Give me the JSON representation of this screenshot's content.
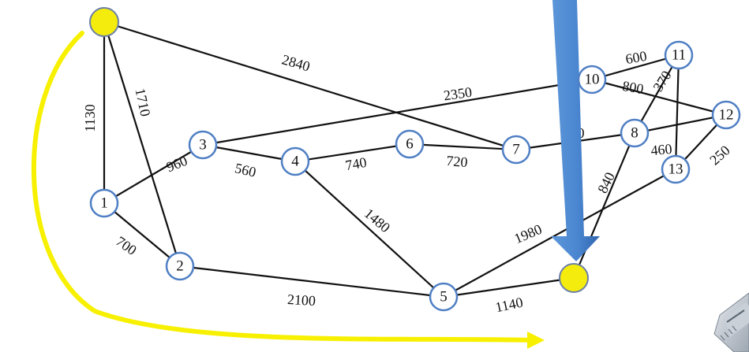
{
  "nodes": [
    {
      "id": "1",
      "label": "1"
    },
    {
      "id": "2",
      "label": "2"
    },
    {
      "id": "3",
      "label": "3"
    },
    {
      "id": "4",
      "label": "4"
    },
    {
      "id": "5",
      "label": "5"
    },
    {
      "id": "6",
      "label": "6"
    },
    {
      "id": "7",
      "label": "7"
    },
    {
      "id": "8",
      "label": "8"
    },
    {
      "id": "10",
      "label": "10"
    },
    {
      "id": "11",
      "label": "11"
    },
    {
      "id": "12",
      "label": "12"
    },
    {
      "id": "13",
      "label": "13"
    },
    {
      "id": "S",
      "label": ""
    },
    {
      "id": "T",
      "label": ""
    }
  ],
  "edges": [
    {
      "from": "S",
      "to": "1",
      "weight": "1130"
    },
    {
      "from": "S",
      "to": "2",
      "weight": "1710"
    },
    {
      "from": "S",
      "to": "7",
      "weight": "2840"
    },
    {
      "from": "1",
      "to": "2",
      "weight": "700"
    },
    {
      "from": "1",
      "to": "3",
      "weight": "960"
    },
    {
      "from": "3",
      "to": "4",
      "weight": "560"
    },
    {
      "from": "3",
      "to": "10",
      "weight": "2350"
    },
    {
      "from": "4",
      "to": "6",
      "weight": "740"
    },
    {
      "from": "4",
      "to": "5",
      "weight": "1480"
    },
    {
      "from": "6",
      "to": "7",
      "weight": "720"
    },
    {
      "from": "2",
      "to": "5",
      "weight": "2100"
    },
    {
      "from": "5",
      "to": "T",
      "weight": "1140"
    },
    {
      "from": "5",
      "to": "13",
      "weight": "1980"
    },
    {
      "from": "T",
      "to": "8",
      "weight": "840"
    },
    {
      "from": "7",
      "to": "8",
      "weight": "0"
    },
    {
      "from": "8",
      "to": "11",
      "weight": "370"
    },
    {
      "from": "10",
      "to": "11",
      "weight": "600"
    },
    {
      "from": "10",
      "to": "12",
      "weight": "800"
    },
    {
      "from": "11",
      "to": "13",
      "weight": "460"
    },
    {
      "from": "12",
      "to": "13",
      "weight": "250"
    },
    {
      "from": "8",
      "to": "12",
      "weight": ""
    }
  ],
  "colors": {
    "node_stroke": "#4f7fc4",
    "marker_fill": "#f4ec0d",
    "path_arrow": "#f7f000",
    "pointer_arrow": "#4a86d0"
  }
}
